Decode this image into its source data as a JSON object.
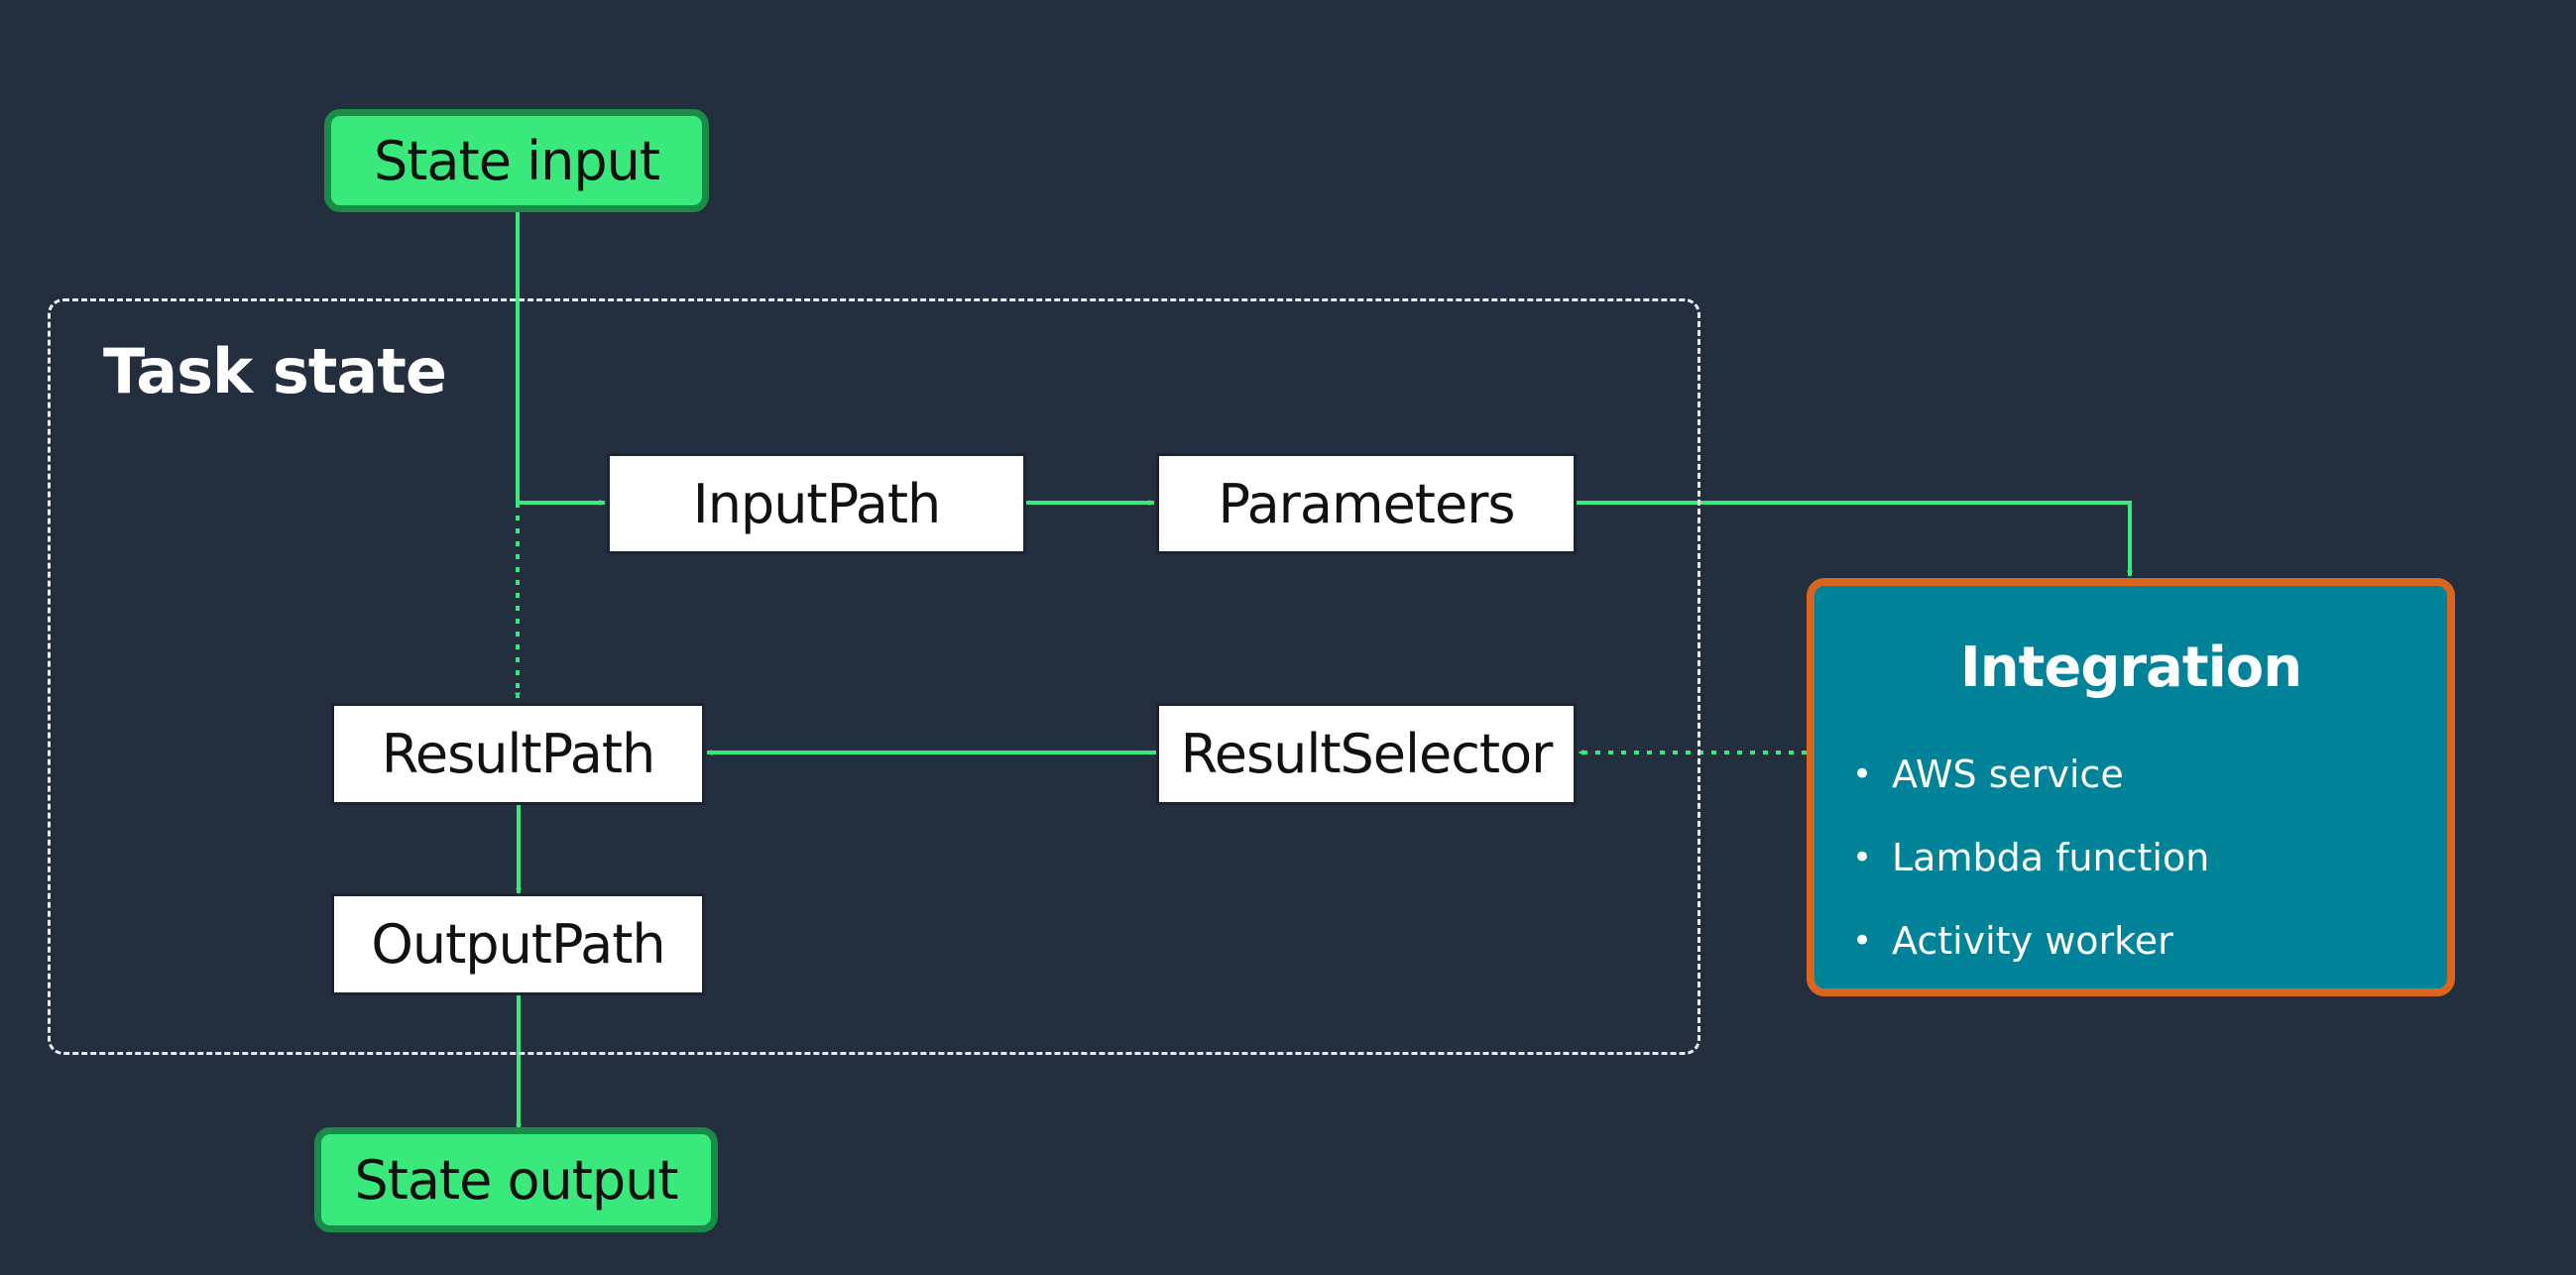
{
  "diagram": {
    "accent_color": "#3ae97c",
    "background_color": "#232f3e",
    "integration_color": "#008299",
    "integration_border_color": "#d9661f",
    "task_state": {
      "title": "Task state"
    },
    "nodes": {
      "state_input": "State input",
      "input_path": "InputPath",
      "parameters": "Parameters",
      "result_path": "ResultPath",
      "result_selector": "ResultSelector",
      "output_path": "OutputPath",
      "state_output": "State output"
    },
    "integration": {
      "title": "Integration",
      "items": [
        "AWS service",
        "Lambda function",
        "Activity worker"
      ]
    },
    "edges": [
      {
        "from": "State input",
        "to": "InputPath",
        "style": "solid"
      },
      {
        "from": "State input",
        "to": "ResultPath",
        "style": "dotted"
      },
      {
        "from": "InputPath",
        "to": "Parameters",
        "style": "solid"
      },
      {
        "from": "Parameters",
        "to": "Integration",
        "style": "solid"
      },
      {
        "from": "Integration",
        "to": "ResultSelector",
        "style": "dotted"
      },
      {
        "from": "ResultSelector",
        "to": "ResultPath",
        "style": "solid"
      },
      {
        "from": "ResultPath",
        "to": "OutputPath",
        "style": "solid"
      },
      {
        "from": "OutputPath",
        "to": "State output",
        "style": "solid"
      }
    ]
  }
}
